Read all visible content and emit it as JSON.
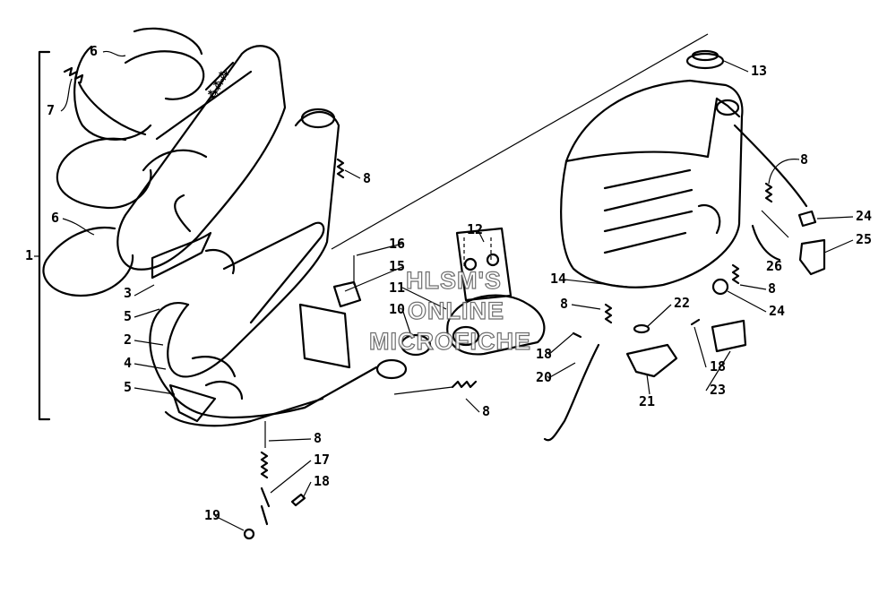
{
  "callouts": [
    {
      "label": "1"
    },
    {
      "label": "2"
    },
    {
      "label": "3"
    },
    {
      "label": "4"
    },
    {
      "label": "5"
    },
    {
      "label": "5"
    },
    {
      "label": "6"
    },
    {
      "label": "6"
    },
    {
      "label": "7"
    },
    {
      "label": "8"
    },
    {
      "label": "8"
    },
    {
      "label": "8"
    },
    {
      "label": "8"
    },
    {
      "label": "8"
    },
    {
      "label": "8"
    },
    {
      "label": "10"
    },
    {
      "label": "11"
    },
    {
      "label": "12"
    },
    {
      "label": "13"
    },
    {
      "label": "14"
    },
    {
      "label": "15"
    },
    {
      "label": "16"
    },
    {
      "label": "17"
    },
    {
      "label": "18"
    },
    {
      "label": "18"
    },
    {
      "label": "18"
    },
    {
      "label": "19"
    },
    {
      "label": "20"
    },
    {
      "label": "21"
    },
    {
      "label": "22"
    },
    {
      "label": "23"
    },
    {
      "label": "24"
    },
    {
      "label": "24"
    },
    {
      "label": "25"
    },
    {
      "label": "26"
    },
    {
      "label": "8"
    }
  ],
  "watermark": {
    "line1": "HLSM'S",
    "line2": "ONLINE",
    "line3": "MICROFICHE"
  }
}
